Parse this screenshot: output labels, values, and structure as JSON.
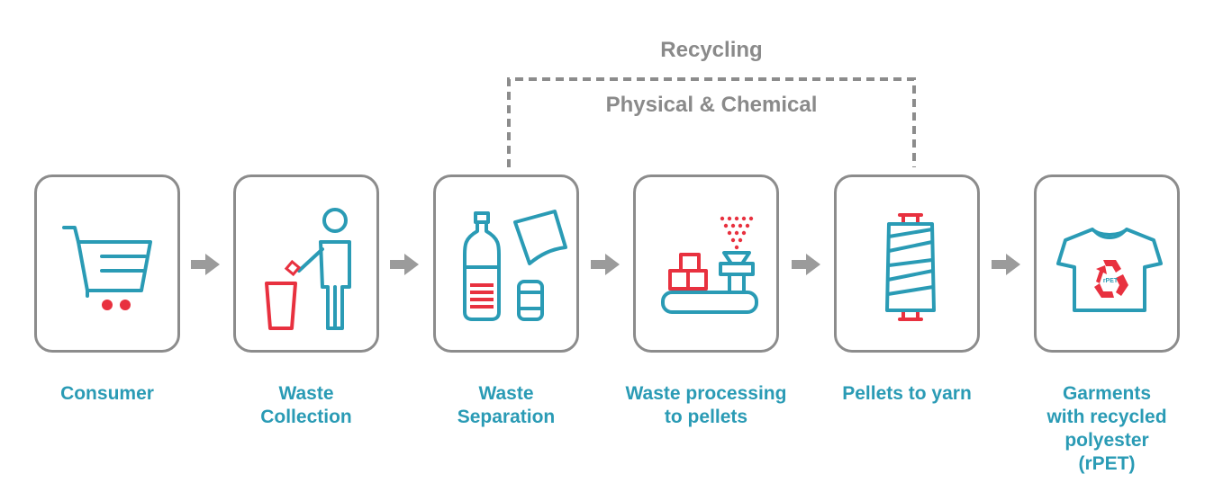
{
  "colors": {
    "teal": "#2a9bb5",
    "red": "#e8313f",
    "muted": "#8a8a8a",
    "box": "#8c8c8c",
    "arrow": "#9b9b9b"
  },
  "recycling": {
    "title": "Recycling",
    "subtitle": "Physical & Chemical"
  },
  "stages": [
    {
      "icon": "shopping-cart-icon",
      "label_lines": [
        "Consumer"
      ]
    },
    {
      "icon": "person-disposing-waste-icon",
      "label_lines": [
        "Waste",
        "Collection"
      ]
    },
    {
      "icon": "bottle-paper-can-icon",
      "label_lines": [
        "Waste",
        "Separation"
      ]
    },
    {
      "icon": "pellet-machine-icon",
      "label_lines": [
        "Waste processing",
        "to pellets"
      ]
    },
    {
      "icon": "yarn-spool-icon",
      "label_lines": [
        "Pellets to yarn"
      ]
    },
    {
      "icon": "rpet-tshirt-icon",
      "label_lines": [
        "Garments",
        "with recycled",
        "polyester",
        "(rPET)"
      ],
      "badge": "rPET"
    }
  ]
}
